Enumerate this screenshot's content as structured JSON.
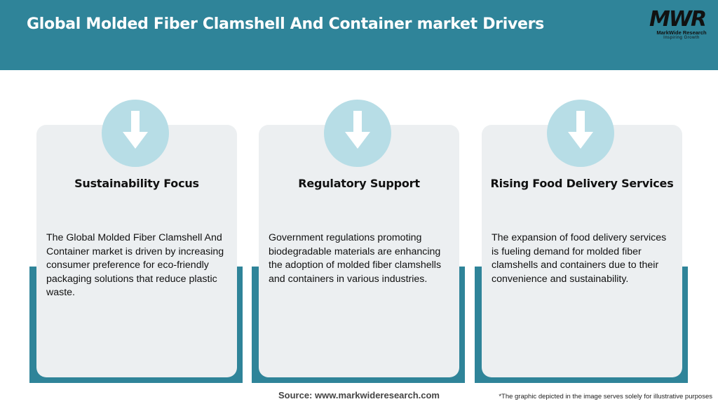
{
  "header": {
    "title": "Global Molded Fiber Clamshell And Container market Drivers",
    "background_color": "#2f8499"
  },
  "logo": {
    "mark": "MWR",
    "name": "MarkWide Research",
    "tagline": "Inspiring Growth"
  },
  "cards": [
    {
      "icon": "down-arrow-icon",
      "title": "Sustainability Focus",
      "body": "The Global Molded Fiber Clamshell And Container market is driven by increasing consumer preference for eco-friendly packaging solutions that reduce plastic waste."
    },
    {
      "icon": "down-arrow-icon",
      "title": "Regulatory Support",
      "body": "Government regulations promoting biodegradable materials are enhancing the adoption of molded fiber clamshells and containers in various industries."
    },
    {
      "icon": "down-arrow-icon",
      "title": "Rising Food Delivery Services",
      "body": "The expansion of food delivery services is fueling demand for molded fiber clamshells and containers due to their convenience and sustainability."
    }
  ],
  "colors": {
    "accent": "#2f8499",
    "card_bg": "#eceff1",
    "icon_circle": "#b7dde6"
  },
  "footer": {
    "source": "Source: www.markwideresearch.com",
    "disclaimer": "*The graphic depicted in the image serves solely for illustrative purposes"
  }
}
